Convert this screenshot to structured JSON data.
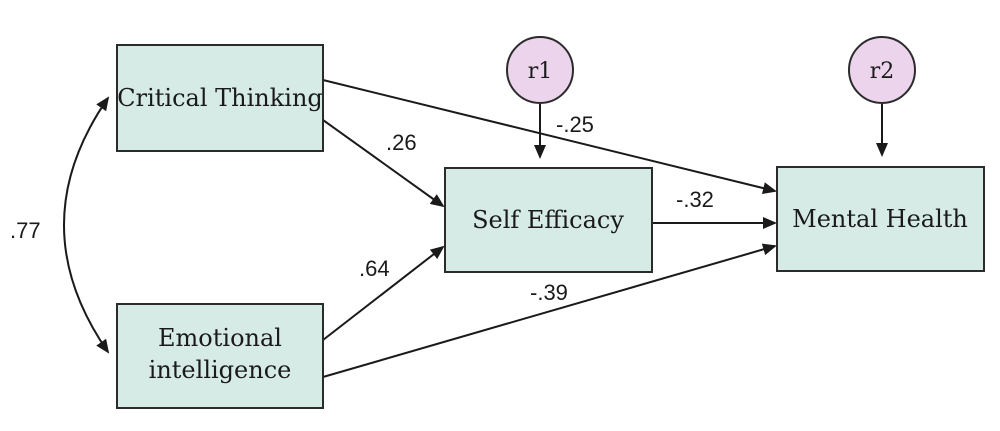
{
  "colors": {
    "box_fill": "#d7ebe6",
    "box_stroke": "#2b2b2b",
    "circle_fill": "#ecd5ec",
    "circle_stroke": "#2b2b2b",
    "arrow": "#1a1a1a"
  },
  "nodes": {
    "critical_thinking": "Critical Thinking",
    "emotional_line1": "Emotional",
    "emotional_line2": "intelligence",
    "self_efficacy": "Self Efficacy",
    "mental_health": "Mental Health",
    "r1": "r1",
    "r2": "r2"
  },
  "coefficients": {
    "correlation": ".77",
    "ct_to_se": ".26",
    "ei_to_se": ".64",
    "ct_to_mh": "-.25",
    "se_to_mh": "-.32",
    "ei_to_mh": "-.39"
  }
}
